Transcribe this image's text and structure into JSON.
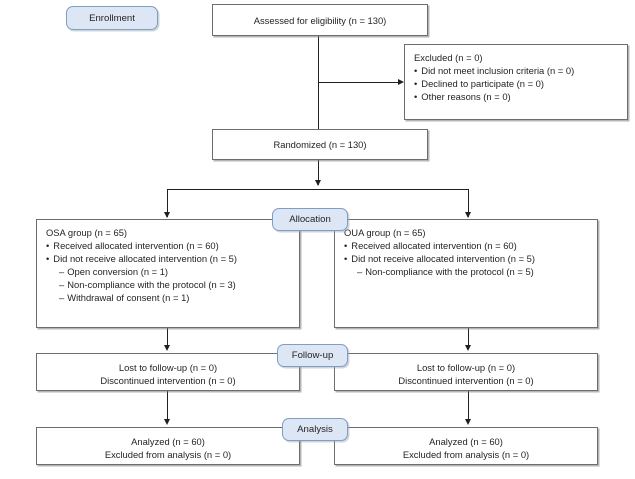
{
  "diagram": {
    "title": "CONSORT participant flow diagram",
    "accent_pill_fill": "#dce6f4",
    "accent_pill_border": "#7f9ec4",
    "box_border": "#6d6d6d",
    "text_color": "#231f20"
  },
  "stages": {
    "enrollment": "Enrollment",
    "allocation": "Allocation",
    "followup": "Follow-up",
    "analysis": "Analysis"
  },
  "enrollment": {
    "assessed": "Assessed for eligibility (n = 130)",
    "excluded": {
      "heading": "Excluded (n = 0)",
      "reasons": [
        "Did not meet inclusion criteria (n = 0)",
        "Declined to participate (n = 0)",
        "Other reasons (n = 0)"
      ]
    },
    "randomized": "Randomized (n = 130)"
  },
  "allocation": {
    "left": {
      "heading": "OSA group (n = 65)",
      "bullets": [
        "Received allocated intervention (n = 60)",
        "Did not receive allocated intervention (n = 5)"
      ],
      "sub": [
        "Open conversion (n = 1)",
        "Non-compliance with the protocol (n = 3)",
        "Withdrawal of consent (n = 1)"
      ]
    },
    "right": {
      "heading": "OUA group (n = 65)",
      "bullets": [
        "Received allocated intervention (n = 60)",
        "Did not receive allocated intervention (n = 5)"
      ],
      "sub": [
        "Non-compliance with the protocol (n = 5)"
      ]
    }
  },
  "followup": {
    "left": {
      "line1": "Lost to follow-up (n = 0)",
      "line2": "Discontinued intervention (n = 0)"
    },
    "right": {
      "line1": "Lost to follow-up (n = 0)",
      "line2": "Discontinued intervention (n = 0)"
    }
  },
  "analysis": {
    "left": {
      "line1": "Analyzed (n = 60)",
      "line2": "Excluded from analysis (n = 0)"
    },
    "right": {
      "line1": "Analyzed (n = 60)",
      "line2": "Excluded from analysis (n = 0)"
    }
  }
}
